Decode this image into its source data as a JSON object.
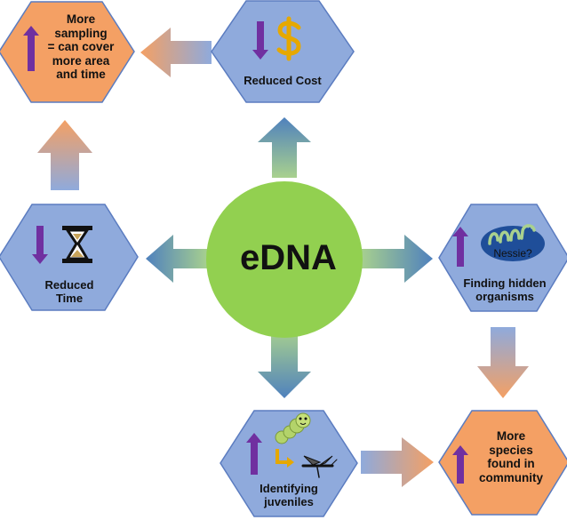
{
  "center": {
    "label": "eDNA"
  },
  "nodes": {
    "reduced_cost": {
      "label": "Reduced Cost"
    },
    "reduced_time": {
      "label": "Reduced\nTime"
    },
    "finding_hidden": {
      "label": "Finding hidden\norganisms",
      "badge": "Nessie?"
    },
    "identifying_juveniles": {
      "label": "Identifying\njuveniles"
    },
    "more_sampling": {
      "label": "More\nsampling\n= can cover\nmore area\nand time"
    },
    "more_species": {
      "label": "More\nspecies\nfound in\ncommunity"
    }
  },
  "colors": {
    "hex_blue": "#8faadc",
    "hex_orange": "#f4a064",
    "center_green": "#92d050",
    "arrow_purple": "#7030a0",
    "dollar": "#e6a800"
  }
}
